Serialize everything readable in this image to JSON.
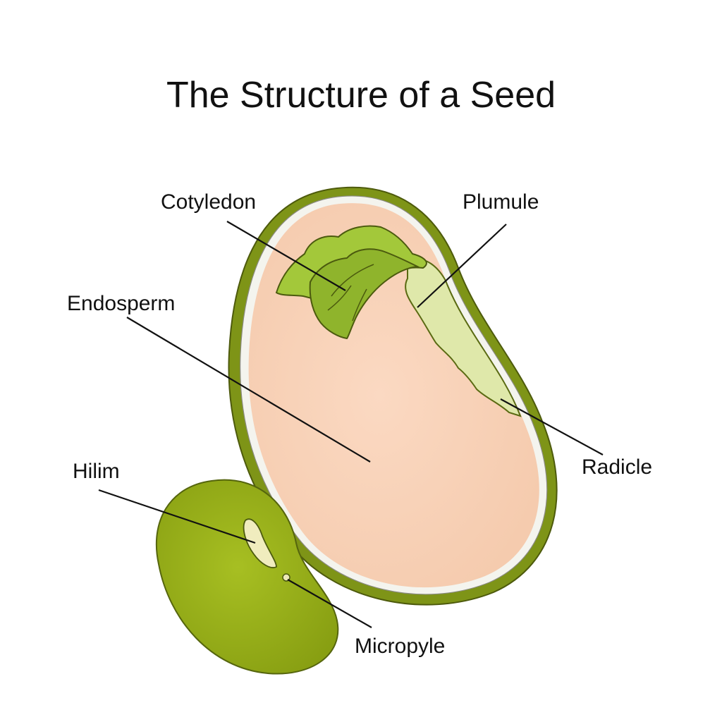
{
  "title": "The Structure of a Seed",
  "labels": {
    "cotyledon": "Cotyledon",
    "plumule": "Plumule",
    "endosperm": "Endosperm",
    "radicle": "Radicle",
    "hilim": "Hilim",
    "micropyle": "Micropyle"
  },
  "colors": {
    "seed_coat": "#7a8f18",
    "endosperm": "#f8d3b8",
    "cotyledon": "#9fc43a",
    "plumule": "#dde7a8",
    "outer_seed": "#9cb51c",
    "hilum": "#f0ecc0",
    "line": "#111111"
  }
}
